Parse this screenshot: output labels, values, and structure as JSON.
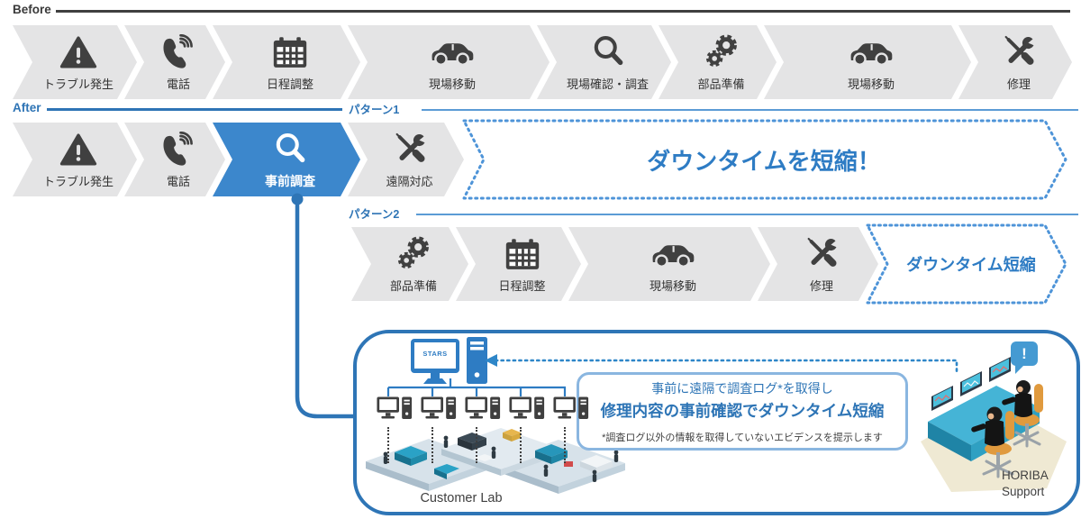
{
  "header": {
    "before_label": "Before",
    "after_label": "After",
    "pattern1_label": "パターン1",
    "pattern2_label": "パターン2"
  },
  "rows": {
    "before": [
      {
        "icon": "warning-icon",
        "label": "トラブル発生"
      },
      {
        "icon": "phone-icon",
        "label": "電話"
      },
      {
        "icon": "calendar-icon",
        "label": "日程調整"
      },
      {
        "icon": "car-icon",
        "label": "現場移動"
      },
      {
        "icon": "search-icon",
        "label": "現場確認・調査"
      },
      {
        "icon": "gears-icon",
        "label": "部品準備"
      },
      {
        "icon": "car-icon",
        "label": "現場移動"
      },
      {
        "icon": "tools-icon",
        "label": "修理"
      }
    ],
    "after": [
      {
        "icon": "warning-icon",
        "label": "トラブル発生"
      },
      {
        "icon": "phone-icon",
        "label": "電話"
      },
      {
        "icon": "search-icon",
        "label": "事前調査",
        "highlight": true
      },
      {
        "icon": "tools-icon",
        "label": "遠隔対応"
      }
    ],
    "pattern2": [
      {
        "icon": "gears-icon",
        "label": "部品準備"
      },
      {
        "icon": "calendar-icon",
        "label": "日程調整"
      },
      {
        "icon": "car-icon",
        "label": "現場移動"
      },
      {
        "icon": "tools-icon",
        "label": "修理"
      }
    ]
  },
  "results": {
    "pattern1": "ダウンタイムを短縮！",
    "pattern2": "ダウンタイム短縮"
  },
  "detail": {
    "stars_label": "STARS",
    "customer_lab_label": "Customer Lab",
    "info_line1": "事前に遠隔で調査ログ*を取得し",
    "info_line2": "修理内容の事前確認でダウンタイム短縮",
    "info_note": "*調査ログ以外の情報を取得していないエビデンスを提示します",
    "support_label_line1": "HORIBA",
    "support_label_line2": "Support",
    "alert_glyph": "!"
  },
  "colors": {
    "chevron_gray": "#e4e4e5",
    "icon_dark": "#404040",
    "accent_blue": "#2e75b6",
    "highlight_chevron_blue": "#3c87cc",
    "light_line_blue": "#5b9bd5",
    "dotted_border_blue": "#4e94d8",
    "info_border_blue": "#8ab6e0",
    "desk_teal": "#45b4d6",
    "chair_orange": "#e09a3e",
    "floor_beige": "#efe9d3"
  }
}
